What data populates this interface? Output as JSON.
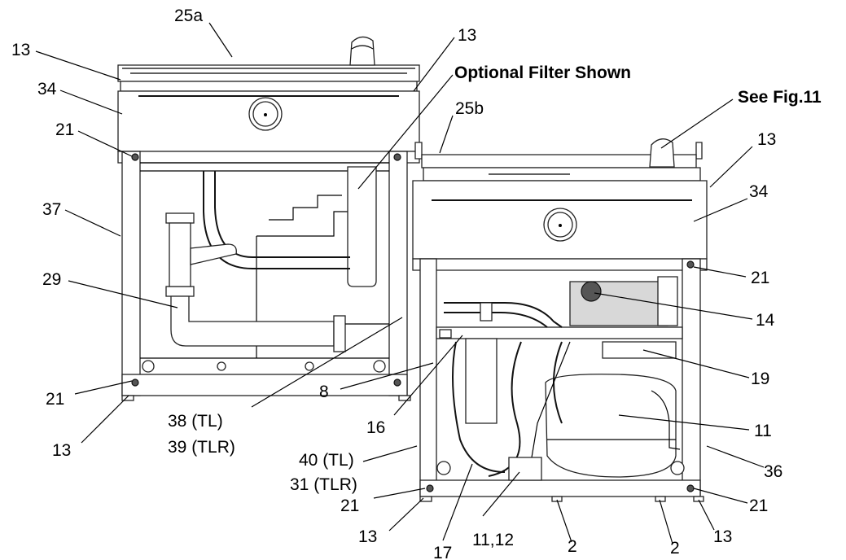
{
  "labels": {
    "l25a": "25a",
    "l13_tl": "13",
    "l13_top": "13",
    "optional_filter": "Optional Filter Shown",
    "l34_left": "34",
    "l25b": "25b",
    "see_fig": "See Fig.11",
    "l21_left_top": "21",
    "l13_right_top": "13",
    "l37": "37",
    "l34_right": "34",
    "l29": "29",
    "l21_right_top": "21",
    "l14": "14",
    "l19": "19",
    "l21_left_bottom": "21",
    "l8": "8",
    "l38_tl": "38 (TL)",
    "l39_tlr": "39 (TLR)",
    "l16": "16",
    "l11": "11",
    "l13_left_bottom": "13",
    "l40_tl": "40 (TL)",
    "l31_tlr": "31 (TLR)",
    "l36": "36",
    "l21_mid_bottom": "21",
    "l21_right_bottom": "21",
    "l13_mid_bottom": "13",
    "l11_12": "11,12",
    "l2_a": "2",
    "l2_b": "2",
    "l13_right_bottom": "13",
    "l17": "17"
  }
}
